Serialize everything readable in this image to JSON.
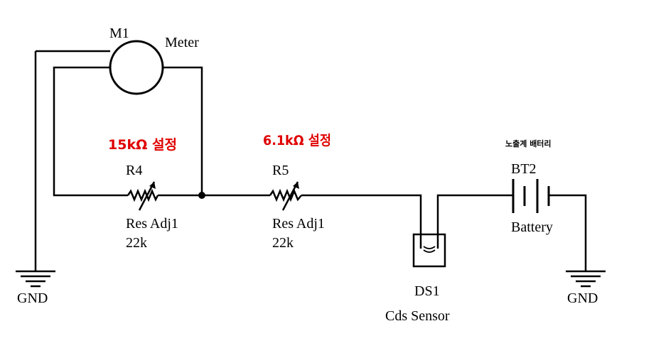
{
  "components": {
    "m1": {
      "ref": "M1",
      "value": "Meter"
    },
    "r4": {
      "ref": "R4",
      "type": "Res Adj1",
      "value": "22k",
      "note": "15kΩ 설정"
    },
    "r5": {
      "ref": "R5",
      "type": "Res Adj1",
      "value": "22k",
      "note": "6.1kΩ 설정"
    },
    "ds1": {
      "ref": "DS1",
      "name": "Cds Sensor"
    },
    "bt2": {
      "ref": "BT2",
      "name": "Battery",
      "note": "노출계 배터리"
    }
  },
  "grounds": {
    "left": "GND",
    "right": "GND"
  },
  "colors": {
    "wire": "#000000",
    "note": "#e00000",
    "background": "#ffffff"
  }
}
